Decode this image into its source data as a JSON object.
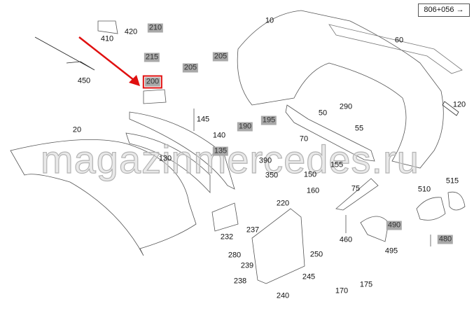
{
  "diagram_ref": "806+056 →",
  "watermark": "magazinmercedes.ru",
  "colors": {
    "highlight": "#a9a9a9",
    "selected": "#e01010"
  },
  "selected_part": "200",
  "parts": [
    {
      "id": "10",
      "label": "10",
      "highlighted": false
    },
    {
      "id": "60",
      "label": "60",
      "highlighted": false
    },
    {
      "id": "410",
      "label": "410",
      "highlighted": false
    },
    {
      "id": "420",
      "label": "420",
      "highlighted": false
    },
    {
      "id": "210",
      "label": "210",
      "highlighted": true
    },
    {
      "id": "215",
      "label": "215",
      "highlighted": true
    },
    {
      "id": "200",
      "label": "200",
      "highlighted": true
    },
    {
      "id": "205a",
      "label": "205",
      "highlighted": true
    },
    {
      "id": "205b",
      "label": "205",
      "highlighted": true
    },
    {
      "id": "450",
      "label": "450",
      "highlighted": false
    },
    {
      "id": "145",
      "label": "145",
      "highlighted": false
    },
    {
      "id": "140",
      "label": "140",
      "highlighted": false
    },
    {
      "id": "20",
      "label": "20",
      "highlighted": false
    },
    {
      "id": "135",
      "label": "135",
      "highlighted": true
    },
    {
      "id": "130",
      "label": "130",
      "highlighted": false
    },
    {
      "id": "190",
      "label": "190",
      "highlighted": true
    },
    {
      "id": "195",
      "label": "195",
      "highlighted": true
    },
    {
      "id": "50",
      "label": "50",
      "highlighted": false
    },
    {
      "id": "290",
      "label": "290",
      "highlighted": false
    },
    {
      "id": "55",
      "label": "55",
      "highlighted": false
    },
    {
      "id": "120",
      "label": "120",
      "highlighted": false
    },
    {
      "id": "70",
      "label": "70",
      "highlighted": false
    },
    {
      "id": "390",
      "label": "390",
      "highlighted": false
    },
    {
      "id": "350",
      "label": "350",
      "highlighted": false
    },
    {
      "id": "150",
      "label": "150",
      "highlighted": false
    },
    {
      "id": "155",
      "label": "155",
      "highlighted": false
    },
    {
      "id": "160",
      "label": "160",
      "highlighted": false
    },
    {
      "id": "75",
      "label": "75",
      "highlighted": false
    },
    {
      "id": "510",
      "label": "510",
      "highlighted": false
    },
    {
      "id": "515",
      "label": "515",
      "highlighted": false
    },
    {
      "id": "220",
      "label": "220",
      "highlighted": false
    },
    {
      "id": "232",
      "label": "232",
      "highlighted": false
    },
    {
      "id": "237",
      "label": "237",
      "highlighted": false
    },
    {
      "id": "280",
      "label": "280",
      "highlighted": false
    },
    {
      "id": "239",
      "label": "239",
      "highlighted": false
    },
    {
      "id": "238",
      "label": "238",
      "highlighted": false
    },
    {
      "id": "245",
      "label": "245",
      "highlighted": false
    },
    {
      "id": "250",
      "label": "250",
      "highlighted": false
    },
    {
      "id": "240",
      "label": "240",
      "highlighted": false
    },
    {
      "id": "170",
      "label": "170",
      "highlighted": false
    },
    {
      "id": "175",
      "label": "175",
      "highlighted": false
    },
    {
      "id": "460",
      "label": "460",
      "highlighted": false
    },
    {
      "id": "490",
      "label": "490",
      "highlighted": true
    },
    {
      "id": "495",
      "label": "495",
      "highlighted": false
    },
    {
      "id": "480",
      "label": "480",
      "highlighted": true
    }
  ]
}
